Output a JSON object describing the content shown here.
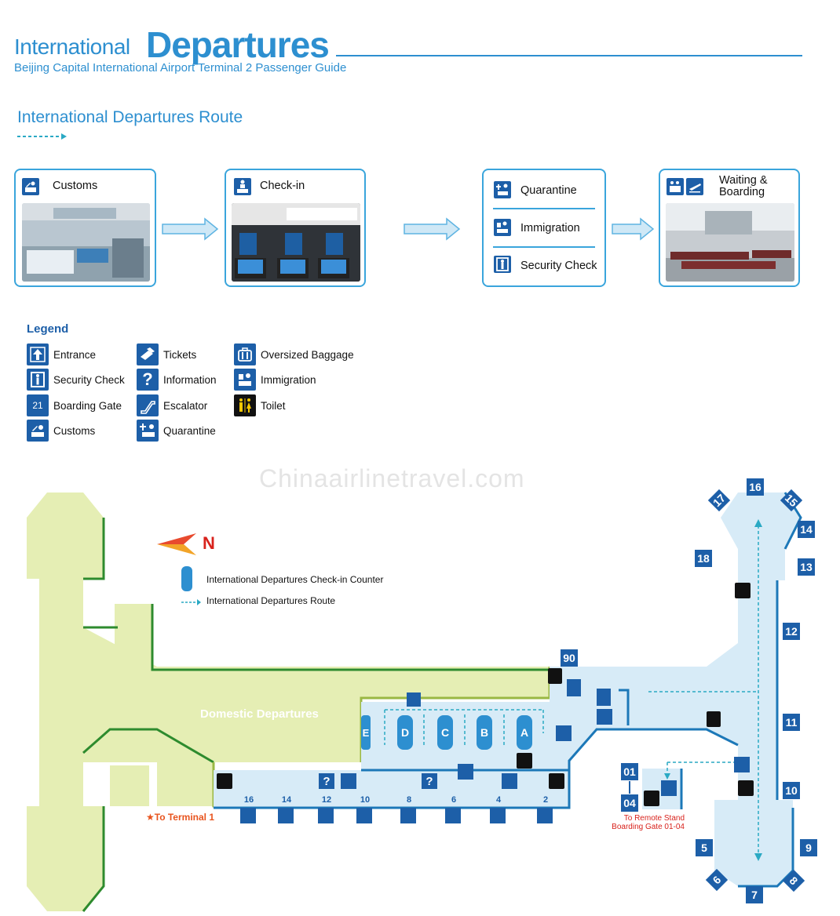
{
  "header": {
    "title_small": "International",
    "title_big": "Departures",
    "subtitle": "Beijing Capital International Airport Terminal 2 Passenger Guide"
  },
  "route": {
    "title": "International Departures Route",
    "steps": [
      {
        "label": "Customs"
      },
      {
        "label": "Check-in"
      },
      {
        "labels": [
          "Quarantine",
          "Immigration",
          "Security Check"
        ]
      },
      {
        "label_line1": "Waiting &",
        "label_line2": "Boarding"
      }
    ]
  },
  "legend": {
    "title": "Legend",
    "items": [
      {
        "label": "Entrance",
        "icon": "entrance-icon"
      },
      {
        "label": "Security Check",
        "icon": "security-check-icon"
      },
      {
        "label": "Boarding Gate",
        "icon": "boarding-gate-icon",
        "sample": "21"
      },
      {
        "label": "Customs",
        "icon": "customs-icon"
      },
      {
        "label": "Tickets",
        "icon": "tickets-icon"
      },
      {
        "label": "Information",
        "icon": "information-icon"
      },
      {
        "label": "Escalator",
        "icon": "escalator-icon"
      },
      {
        "label": "Quarantine",
        "icon": "quarantine-icon"
      },
      {
        "label": "Oversized Baggage",
        "icon": "baggage-icon"
      },
      {
        "label": "Immigration",
        "icon": "immigration-icon"
      },
      {
        "label": "Toilet",
        "icon": "toilet-icon"
      }
    ]
  },
  "watermark": "Chinaairlinetravel.com",
  "map": {
    "north": "N",
    "legend_counter": "International Departures Check-in Counter",
    "legend_route": "International Departures Route",
    "domestic": "Domestic Departures",
    "to_terminal": "★To Terminal 1",
    "counters": [
      "E",
      "D",
      "C",
      "B",
      "A"
    ],
    "entrances": [
      "16",
      "14",
      "12",
      "10",
      "8",
      "6",
      "4",
      "2"
    ],
    "gates": [
      "90",
      "18",
      "17",
      "16",
      "15",
      "14",
      "13",
      "12",
      "11",
      "10",
      "9",
      "8",
      "7",
      "6",
      "5"
    ],
    "remote_gates": [
      "01",
      "04"
    ],
    "remote_label_line1": "To Remote Stand",
    "remote_label_line2": "Boarding Gate 01-04",
    "colors": {
      "domestic": "#e5eeb4",
      "international": "#d7ebf7",
      "accent": "#2d8fd0",
      "gate": "#1d5fa8",
      "route": "#2aa9c4"
    }
  }
}
